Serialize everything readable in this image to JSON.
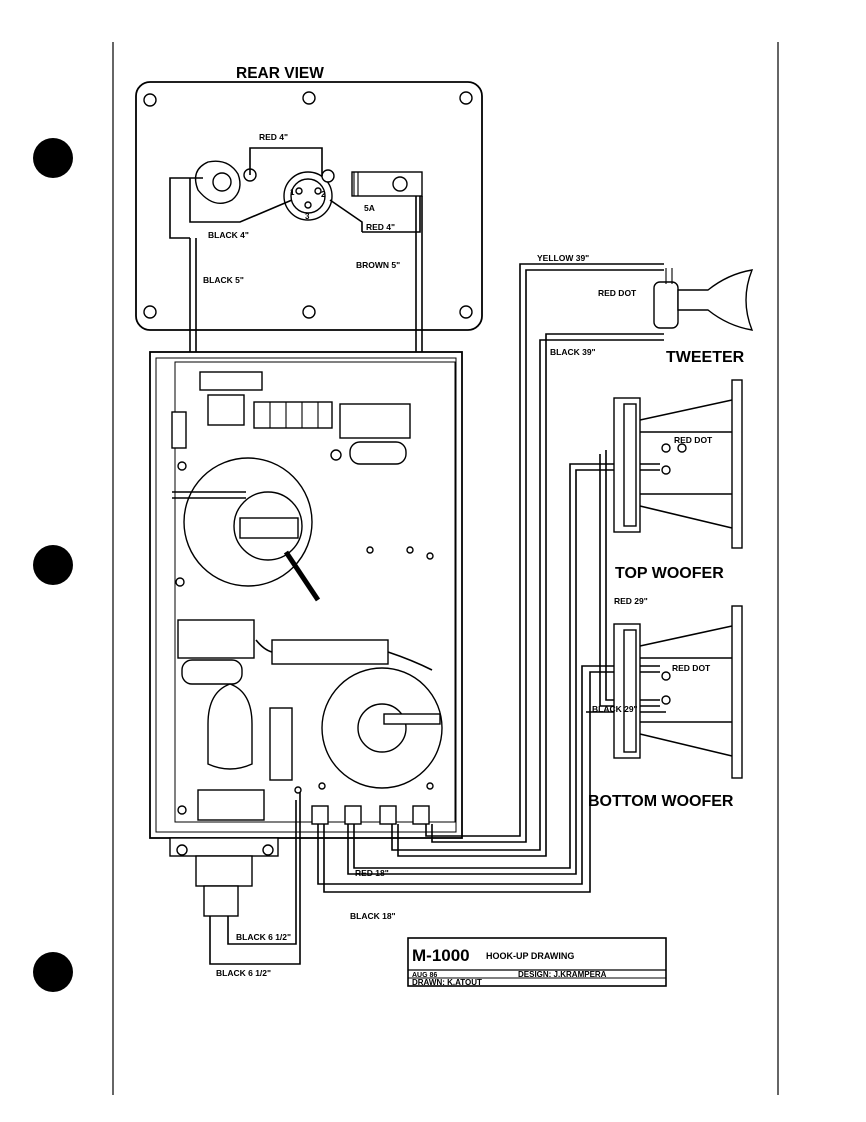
{
  "views": {
    "rear_view": "REAR VIEW"
  },
  "components": {
    "tweeter": "TWEETER",
    "top_woofer": "TOP WOOFER",
    "bottom_woofer": "BOTTOM WOOFER"
  },
  "wire_labels": {
    "red_4_top": "RED 4\"",
    "black_4": "BLACK 4\"",
    "red_4_side": "RED 4\"",
    "fuse_5a": "5A",
    "black_5": "BLACK 5\"",
    "brown_5": "BROWN 5\"",
    "yellow_39": "YELLOW 39\"",
    "red_dot_tweeter": "RED DOT",
    "black_39": "BLACK 39\"",
    "red_dot_top": "RED DOT",
    "red_29": "RED 29\"",
    "red_dot_bottom": "RED DOT",
    "black_29": "BLACK 29\"",
    "red_18": "RED 18\"",
    "black_18": "BLACK 18\"",
    "black_6_half_a": "BLACK 6 1/2\"",
    "black_6_half_b": "BLACK 6 1/2\""
  },
  "connector_pins": {
    "pin1": "1",
    "pin2": "2",
    "pin3": "3"
  },
  "title_block": {
    "model": "M-1000",
    "title": "HOOK-UP DRAWING",
    "date": "AUG 86",
    "design": "DESIGN: J.KRAMPERA",
    "drawn": "DRAWN: K.ATOUT"
  }
}
